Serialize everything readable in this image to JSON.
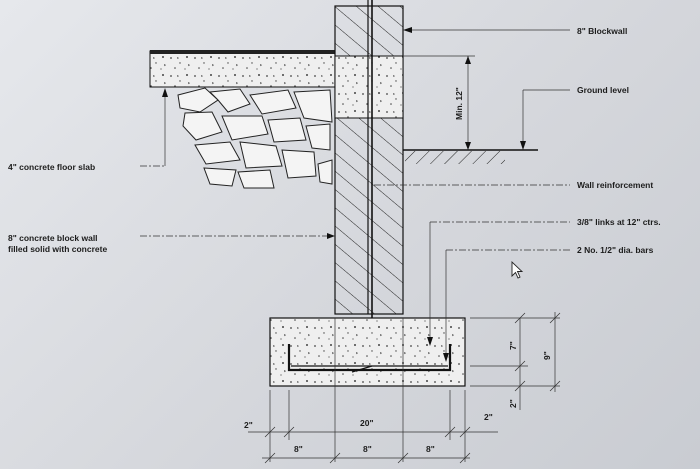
{
  "labels": {
    "blockwall": "8\" Blockwall",
    "ground_level": "Ground level",
    "floor_slab": "4\" concrete floor slab",
    "wall_reinforcement": "Wall reinforcement",
    "block_wall_line1": "8\" concrete block wall",
    "block_wall_line2": "filled solid with concrete",
    "links": "3/8\" links at 12\" ctrs.",
    "bars": "2 No. 1/2\" dia. bars"
  },
  "dimensions": {
    "min_depth": "Min. 12\"",
    "footing_7": "7\"",
    "footing_9": "9\"",
    "cover_2_side": "2\"",
    "left_2": "2\"",
    "right_2": "2\"",
    "width_20": "20\"",
    "seg1_8": "8\"",
    "seg2_8": "8\"",
    "seg3_8": "8\""
  },
  "icons": {
    "cursor": "mouse-pointer-icon"
  }
}
